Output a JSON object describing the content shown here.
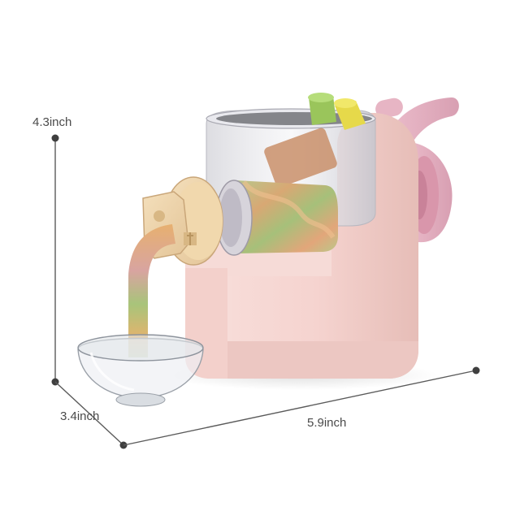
{
  "dimensions": {
    "height": "4.3inch",
    "depth": "3.4inch",
    "width": "5.9inch"
  },
  "colors": {
    "body": "#f5d6d2",
    "body_shadow": "#e9c2bd",
    "crank": "#e8b6c6",
    "die": "#efd6ad",
    "dimension_line": "#5a5a5a"
  },
  "icons": {
    "product": "pasta-maker-illustration",
    "bowl": "glass-bowl-icon"
  }
}
